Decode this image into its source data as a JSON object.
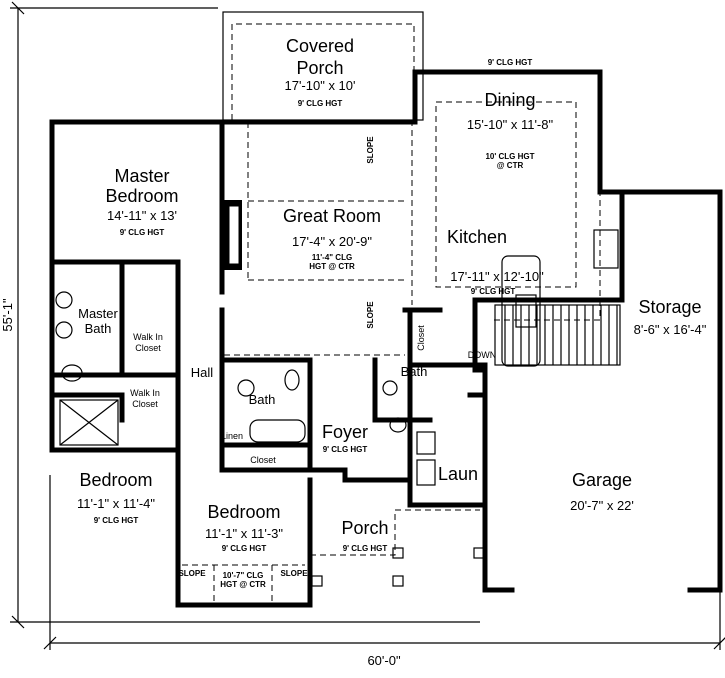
{
  "dimensions": {
    "depth": "55'-1\"",
    "width": "60'-0\""
  },
  "rooms": {
    "covered_porch": {
      "name1": "Covered",
      "name2": "Porch",
      "size": "17'-10\" x 10'",
      "clg": "9' CLG HGT"
    },
    "dining": {
      "name": "Dining",
      "size": "15'-10\" x 11'-8\"",
      "clg_top": "9' CLG HGT",
      "clg1": "10' CLG HGT",
      "clg2": "@ CTR"
    },
    "master_bedroom": {
      "name1": "Master",
      "name2": "Bedroom",
      "size": "14'-11\" x 13'",
      "clg": "9' CLG HGT"
    },
    "great_room": {
      "name": "Great Room",
      "size": "17'-4\" x 20'-9\"",
      "clg1": "11'-4\" CLG",
      "clg2": "HGT @ CTR",
      "slope1": "SLOPE",
      "slope2": "SLOPE"
    },
    "kitchen": {
      "name": "Kitchen",
      "size": "17'-11\" x 12'-10\"",
      "clg": "9' CLG HGT"
    },
    "storage": {
      "name": "Storage",
      "size": "8'-6\" x 16'-4\""
    },
    "master_bath": {
      "name1": "Master",
      "name2": "Bath"
    },
    "walk_in_closet_1": {
      "name1": "Walk In",
      "name2": "Closet"
    },
    "walk_in_closet_2": {
      "name1": "Walk In",
      "name2": "Closet"
    },
    "hall": {
      "name": "Hall"
    },
    "bath": {
      "name": "Bath"
    },
    "half_bath": {
      "name": "Bath"
    },
    "closet_small": {
      "name": "Closet"
    },
    "stairs": {
      "label": "DOWN"
    },
    "linen": {
      "name": "Linen"
    },
    "closet": {
      "name": "Closet"
    },
    "foyer": {
      "name": "Foyer",
      "clg": "9' CLG HGT"
    },
    "laundry": {
      "name": "Laun"
    },
    "garage": {
      "name": "Garage",
      "size": "20'-7\" x 22'"
    },
    "bedroom_1": {
      "name": "Bedroom",
      "size": "11'-1\" x 11'-4\"",
      "clg": "9' CLG HGT"
    },
    "bedroom_2": {
      "name": "Bedroom",
      "size": "11'-1\" x 11'-3\"",
      "clg": "9' CLG HGT",
      "slope_left": "SLOPE",
      "slope_right": "SLOPE",
      "clg1": "10'-7\" CLG",
      "clg2": "HGT @ CTR"
    },
    "porch": {
      "name": "Porch",
      "clg": "9' CLG HGT"
    }
  }
}
